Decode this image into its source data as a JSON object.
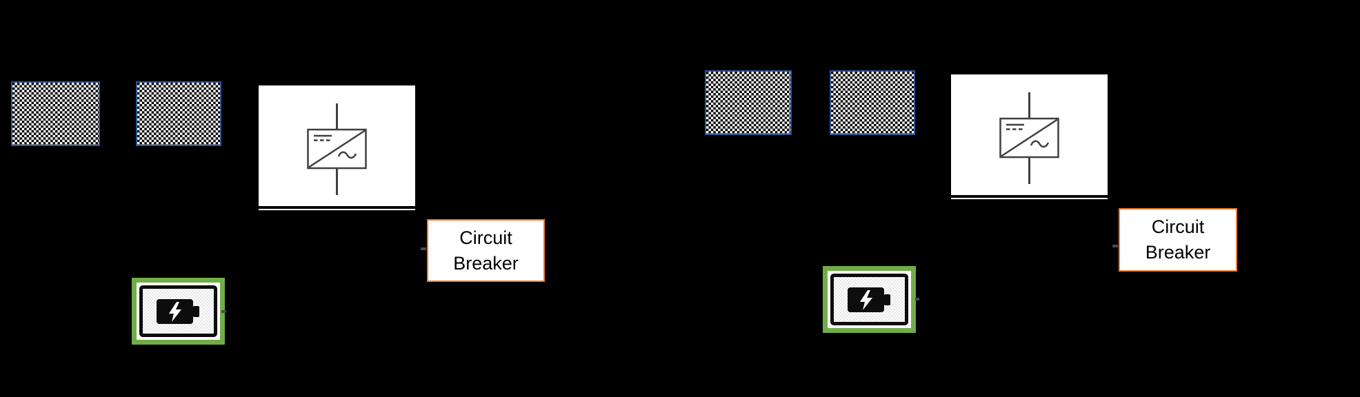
{
  "colors": {
    "background": "#000000",
    "placeholder_border": "#2F5597",
    "breaker_border": "#ED7D31",
    "battery_border": "#70AD47",
    "inverter_line": "#3F3F3F",
    "breaker_text": "#000000",
    "box_fill": "#FFFFFF"
  },
  "diagrams": [
    {
      "side": "left",
      "pv_placeholder_count": 2,
      "inverter_icon": "dc-ac-inverter-icon",
      "circuit_breaker": {
        "line1": "Circuit",
        "line2": "Breaker"
      },
      "battery_icon": "battery-charging-icon"
    },
    {
      "side": "right",
      "pv_placeholder_count": 2,
      "inverter_icon": "dc-ac-inverter-icon",
      "circuit_breaker": {
        "line1": "Circuit",
        "line2": "Breaker"
      },
      "battery_icon": "battery-charging-icon"
    }
  ]
}
